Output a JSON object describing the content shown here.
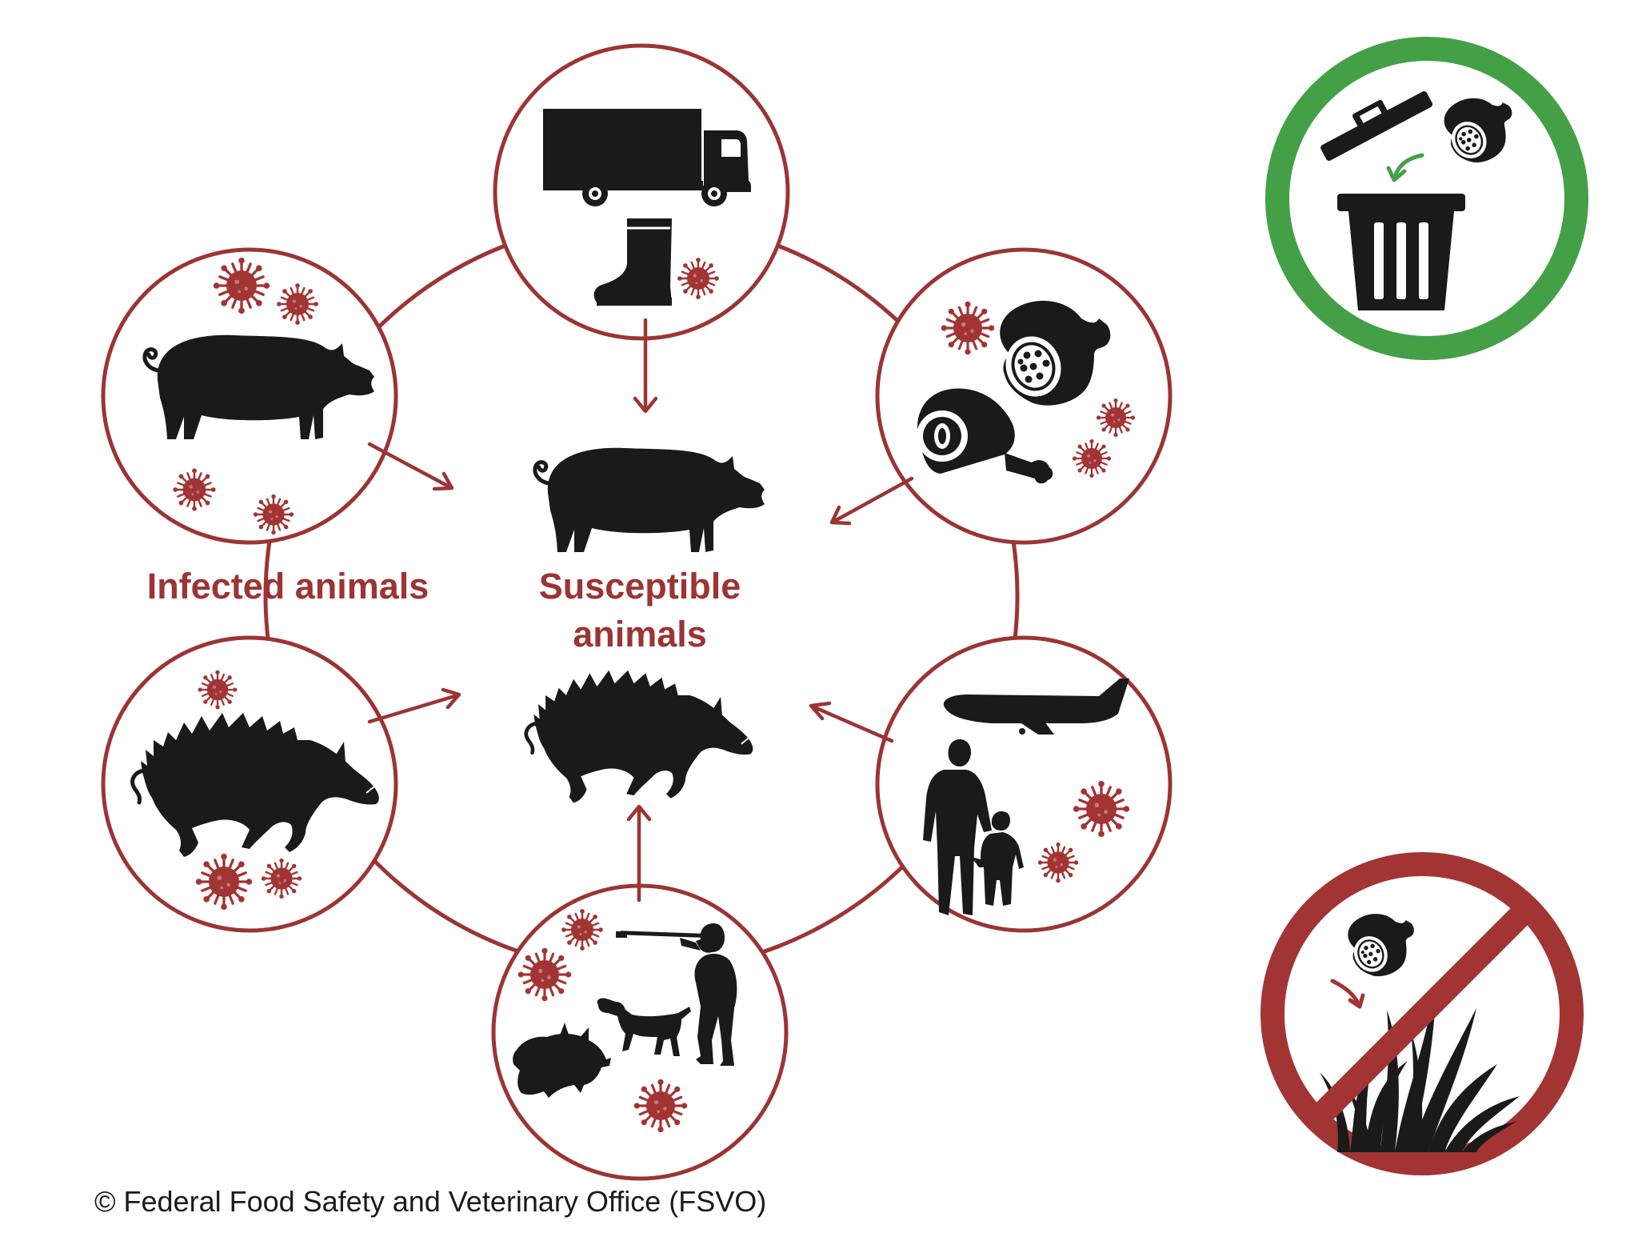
{
  "labels": {
    "infected": "Infected  animals",
    "susceptible_line1": "Susceptible",
    "susceptible_line2": "animals"
  },
  "footer": {
    "copyright": "© Federal Food Safety and Veterinary Office (FSVO)"
  },
  "colors": {
    "circle_outline": "#9c3434",
    "virus": "#a33434",
    "silhouette": "#1a1a1a",
    "allowed_ring": "#43a047",
    "prohibited_ring": "#a33434"
  },
  "transmission_routes": [
    {
      "icon": "transport-vehicles-and-boots-icon",
      "target": "domestic-pig"
    },
    {
      "icon": "infected-domestic-pig-icon",
      "target": "domestic-pig"
    },
    {
      "icon": "infected-meat-products-icon",
      "target": "domestic-pig"
    },
    {
      "icon": "infected-wild-boar-icon",
      "target": "wild-boar"
    },
    {
      "icon": "travellers-icon",
      "target": "wild-boar"
    },
    {
      "icon": "hunting-icon",
      "target": "wild-boar"
    }
  ],
  "signs": [
    {
      "icon": "dispose-food-in-bin-icon",
      "meaning": "allowed"
    },
    {
      "icon": "no-food-waste-in-nature-icon",
      "meaning": "prohibited"
    }
  ]
}
